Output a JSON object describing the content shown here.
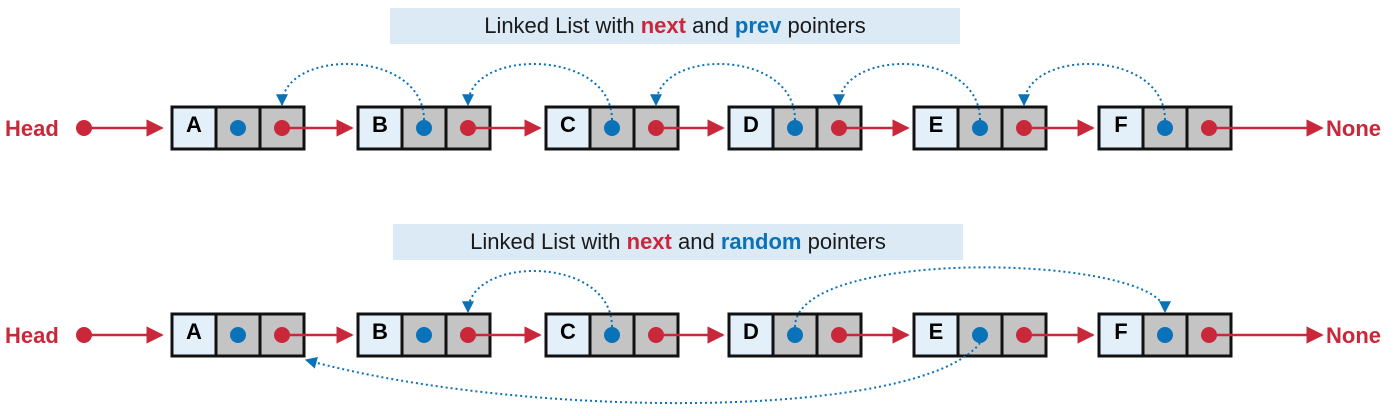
{
  "diagrams": [
    {
      "title": {
        "prefix": "Linked List with ",
        "next": "next",
        "mid": " and ",
        "alt": "prev",
        "suffix": " pointers"
      },
      "head_label": "Head",
      "tail_label": "None",
      "nodes": [
        "A",
        "B",
        "C",
        "D",
        "E",
        "F"
      ],
      "secondary_pointers": [
        {
          "from": "B",
          "to": "A"
        },
        {
          "from": "C",
          "to": "B"
        },
        {
          "from": "D",
          "to": "C"
        },
        {
          "from": "E",
          "to": "D"
        },
        {
          "from": "F",
          "to": "E"
        }
      ]
    },
    {
      "title": {
        "prefix": "Linked List with ",
        "next": "next",
        "mid": " and ",
        "alt": "random",
        "suffix": " pointers"
      },
      "head_label": "Head",
      "tail_label": "None",
      "nodes": [
        "A",
        "B",
        "C",
        "D",
        "E",
        "F"
      ],
      "secondary_pointers": [
        {
          "from": "C",
          "to": "B"
        },
        {
          "from": "D",
          "to": "F"
        },
        {
          "from": "E",
          "to": "A"
        }
      ]
    }
  ],
  "colors": {
    "next": "#c8283a",
    "alt": "#0a72b8",
    "banner": "#dbeaf5",
    "data_cell": "#e3f0f9",
    "pointer_cell": "#c4c4c4"
  }
}
